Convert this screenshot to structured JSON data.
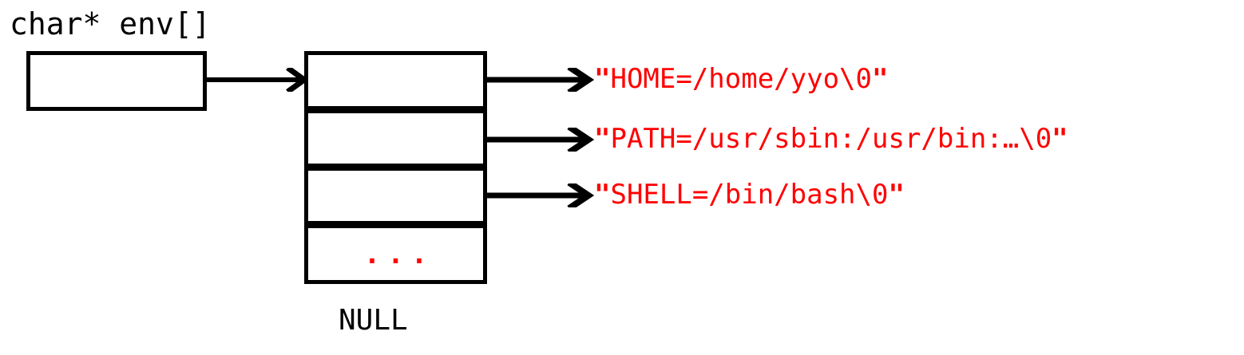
{
  "diagram": {
    "title_label": "char* env[]",
    "null_label": "NULL",
    "colors": {
      "stroke": "#000000",
      "string_text": "#ff0000",
      "background": "#ffffff"
    },
    "pointer_box": {
      "label": "",
      "name": "env-pointer-box"
    },
    "array": {
      "name": "env-array",
      "cells": [
        {
          "label": "",
          "kind": "pointer"
        },
        {
          "label": "",
          "kind": "pointer"
        },
        {
          "label": "",
          "kind": "pointer"
        },
        {
          "label": "...",
          "kind": "ellipsis"
        }
      ]
    },
    "strings": [
      {
        "open_quote": "\"",
        "text": "HOME=/home/yyo\\0",
        "close_quote": "\""
      },
      {
        "open_quote": "\"",
        "text": "PATH=/usr/sbin:/usr/bin:…\\0",
        "close_quote": "\""
      },
      {
        "open_quote": "\"",
        "text": "SHELL=/bin/bash\\0",
        "close_quote": "\""
      }
    ],
    "arrows": [
      {
        "name": "arrow-env-to-array"
      },
      {
        "name": "arrow-cell0-to-string0"
      },
      {
        "name": "arrow-cell1-to-string1"
      },
      {
        "name": "arrow-cell2-to-string2"
      }
    ]
  }
}
